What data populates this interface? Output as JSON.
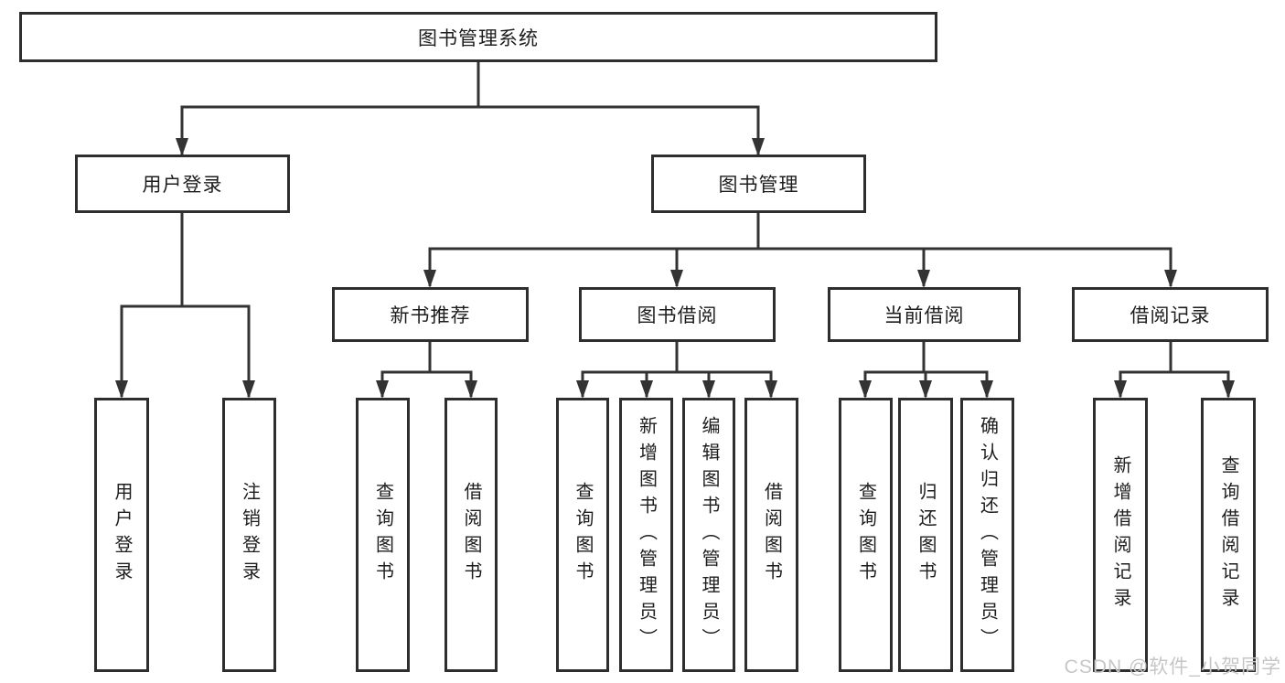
{
  "diagram": {
    "root": "图书管理系统",
    "level2": [
      "用户登录",
      "图书管理"
    ],
    "level3": [
      "新书推荐",
      "图书借阅",
      "当前借阅",
      "借阅记录"
    ],
    "children": {
      "login": [
        "用户登录",
        "注销登录"
      ],
      "recommend": [
        "查询图书",
        "借阅图书"
      ],
      "borrow": [
        "查询图书",
        "新增图书（管理员）",
        "编辑图书（管理员）",
        "借阅图书"
      ],
      "current": [
        "查询图书",
        "归还图书",
        "确认归还（管理员）"
      ],
      "records": [
        "新增借阅记录",
        "查询借阅记录"
      ]
    }
  },
  "colors": {
    "line": "#333333",
    "box_border": "#2e2e2e",
    "text": "#1d1d1d",
    "watermark": "#c6c6c6",
    "background": "#ffffff"
  },
  "watermark": "CSDN @软件_小贺同学"
}
